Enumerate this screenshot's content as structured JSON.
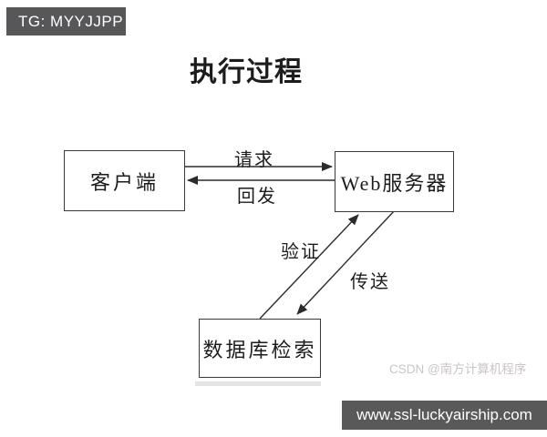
{
  "badge": {
    "label": "TG: MYYJJPP"
  },
  "title": "执行过程",
  "diagram": {
    "nodes": [
      {
        "id": "client",
        "label": "客户端"
      },
      {
        "id": "web-server",
        "label": "Web服务器"
      },
      {
        "id": "database",
        "label": "数据库检索"
      }
    ],
    "edges": [
      {
        "from": "client",
        "to": "web-server",
        "label": "请求",
        "direction": "right"
      },
      {
        "from": "web-server",
        "to": "client",
        "label": "回发",
        "direction": "left"
      },
      {
        "from": "database",
        "to": "web-server",
        "label": "验证",
        "direction": "up-right"
      },
      {
        "from": "web-server",
        "to": "database",
        "label": "传送",
        "direction": "down-left"
      }
    ]
  },
  "watermark": "CSDN @南方计算机程序",
  "footer": {
    "url": "www.ssl-luckyairship.com"
  },
  "colors": {
    "badge_bg": "#57575a",
    "footer_bg": "#595959",
    "line": "#2b2b2b",
    "box_border": "#3a3a3a",
    "text": "#1c1c1c",
    "watermark": "#cbc5c5",
    "shadow_line": "#e4e4e4"
  }
}
